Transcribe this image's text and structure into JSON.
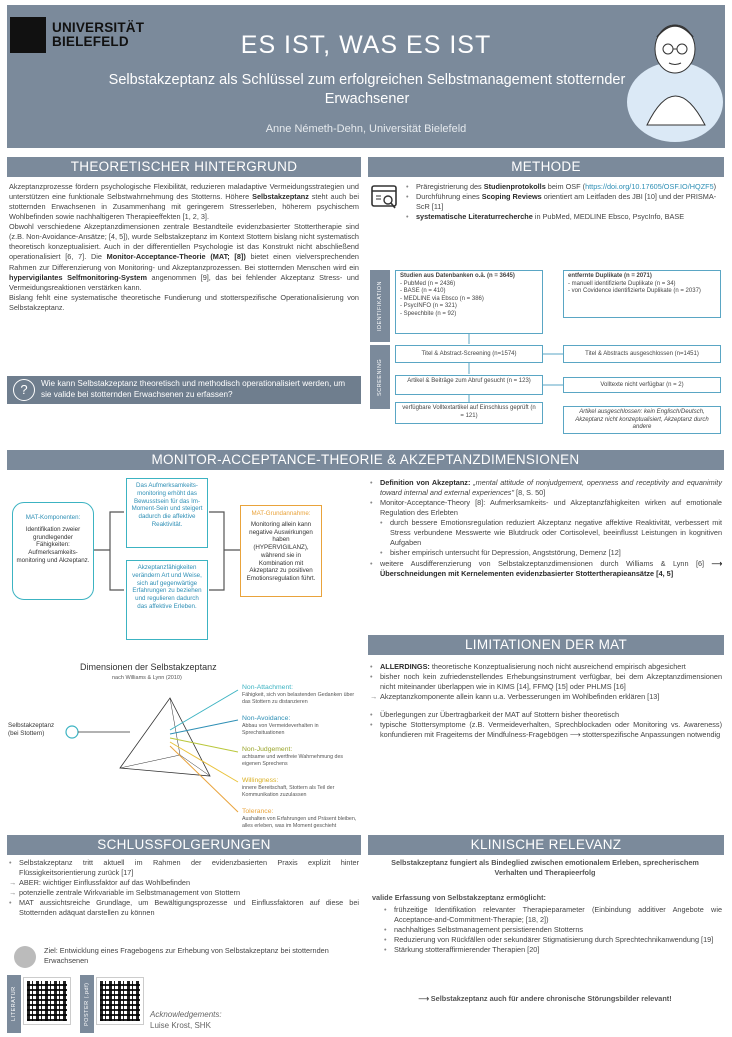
{
  "header": {
    "logo_line1": "UNIVERSITÄT",
    "logo_line2": "BIELEFELD",
    "title": "ES IST, WAS ES IST",
    "subtitle": "Selbstakzeptanz als Schlüssel zum erfolgreichen Selbstmanagement stotternder Erwachsener",
    "author": "Anne Németh-Dehn, Universität Bielefeld"
  },
  "hintergrund": {
    "heading": "THEORETISCHER HINTERGRUND",
    "p1a": "Akzeptanzprozesse fördern psychologische Flexibilität, reduzieren maladaptive Vermeidungsstrategien und unterstützen eine funktionale Selbstwahrnehmung des Stotterns. Höhere ",
    "p1b": "Selbstakzeptanz",
    "p1c": " steht auch bei stotternden Erwachsenen in Zusammenhang mit geringerem Stresserleben, höherem psychischem Wohlbefinden sowie nachhaltigeren Therapieeffekten [1, 2, 3].",
    "p2": "Obwohl verschiedene Akzeptanzdimensionen zentrale Bestandteile evidenzbasierter Stottertherapie sind (z.B. Non-Avoidance-Ansätze; [4, 5]), wurde Selbstakzeptanz im Kontext Stottern bislang nicht systematisch theoretisch konzeptualisiert. Auch in der differentiellen Psychologie ist das Konstrukt nicht abschließend operationalisiert [6, 7]. Die ",
    "p2b": "Monitor-Acceptance-Theorie (MAT; [8])",
    "p2c": " bietet einen vielversprechenden Rahmen zur Differenzierung von Monitoring- und Akzeptanzprozessen. Bei stotternden Menschen wird ein ",
    "p2d": "hypervigilantes Selfmonitoring-System",
    "p2e": " angenommen [9], das bei fehlender Akzeptanz Stress- und Vermeidungsreaktionen verstärken kann.",
    "p3": "Bislang fehlt eine systematische theoretische Fundierung und stotterspezifische Operationalisierung von Selbstakzeptanz.",
    "question": "Wie kann Selbstakzeptanz theoretisch und methodisch operationalisiert werden, um sie valide bei stotternden Erwachsenen zu erfassen?"
  },
  "methode": {
    "heading": "METHODE",
    "b1a": "Präregistrierung des ",
    "b1b": "Studienprotokolls",
    "b1c": " beim OSF (",
    "b1d": "https://doi.org/10.17605/OSF.IO/HQZF5",
    "b1e": ")",
    "b2a": "Durchführung eines ",
    "b2b": "Scoping Reviews",
    "b2c": " orientiert am Leitfaden des JBI [10] und der PRISMA-ScR [11]",
    "b3a": "systematische Literaturrecherche",
    "b3b": " in PubMed, MEDLINE Ebsco, PsycInfo, BASE",
    "side1": "IDENTIFIKATION",
    "side2": "SCREENING",
    "f1_title": "Studien aus Datenbanken o.ä. (n = 3645)",
    "f1_lines": [
      "- PubMed (n = 2436)",
      "- BASE (n = 410)",
      "- MEDLINE via Ebsco (n = 386)",
      "- PsycINFO (n = 321)",
      "- Speechbite (n = 92)"
    ],
    "f2_title": "entfernte Duplikate (n = 2071)",
    "f2_lines": [
      "- manuell identifizierte Duplikate (n = 34)",
      "- von Covidence identifizierte Duplikate (n = 2037)"
    ],
    "f3": "Titel & Abstract-Screening (n=1574)",
    "f4": "Titel & Abstracts ausgeschlossen (n=1451)",
    "f5": "Artikel & Beiträge zum Abruf gesucht (n = 123)",
    "f6": "Volltexte nicht verfügbar (n = 2)",
    "f7": "verfügbare Volltextartikel auf Einschluss geprüft (n = 121)",
    "f8": "Artikel ausgeschlossen: kein Englisch/Deutsch, Akzeptanz nicht konzeptualisiert, Akzeptanz durch andere"
  },
  "mat": {
    "heading": "MONITOR-ACCEPTANCE-THEORIE & AKZEPTANZDIMENSIONEN",
    "comp_title": "MAT-Komponenten:",
    "comp_text": "Identifikation zweier grundlegender Fähigkeiten: Aufmerksamkeits-monitoring und Akzeptanz.",
    "box1": "Das Aufmerksamkeits-monitoring erhöht das Bewusstsein für das Im-Moment-Sein und steigert dadurch die affektive Reaktivität.",
    "box2": "Akzeptanzfähigkeiten verändern Art und Weise, sich auf gegenwärtige Erfahrungen zu beziehen und regulieren dadurch das affektive Erleben.",
    "grund_title": "MAT-Grundannahme:",
    "grund_text": "Monitoring allein kann negative Auswirkungen haben (HYPERVIGILANZ), während sie in Kombination mit Akzeptanz zu positiven Emotionsregulation führt.",
    "dim_title": "Dimensionen der Selbstakzeptanz",
    "dim_sub": "nach Williams & Lynn (2010)",
    "self_label": "Selbstakzeptanz (bei Stottern)",
    "dims": [
      {
        "name": "Non-Attachment:",
        "desc": "Fähigkeit, sich von belastenden Gedanken über das Stottern zu distanzieren",
        "color": "#3cb3c2"
      },
      {
        "name": "Non-Avoidance:",
        "desc": "Abbau von Vermeideverhalten in Sprechsituationen",
        "color": "#2e8fb5"
      },
      {
        "name": "Non-Judgement:",
        "desc": "achtsame und wertfreie Wahrnehmung des eigenen Sprechens",
        "color": "#b9c73a"
      },
      {
        "name": "Willingness:",
        "desc": "innere Bereitschaft, Stottern als Teil der Kommunikation zuzulassen",
        "color": "#e9c23b"
      },
      {
        "name": "Tolerance:",
        "desc": "Aushalten von Erfahrungen und Präsent bleiben, alles erleben, was im Moment geschieht",
        "color": "#e9a33b"
      }
    ],
    "r1a": "Definition von Akzeptanz: ",
    "r1b": "„mental attitude of nonjudgement, openness and receptivity and equanimity toward internal and external experiences\"",
    "r1c": " [8, S. 50]",
    "r2": "Monitor-Acceptance-Theory [8]: Aufmerksamkeits- und Akzeptanzfähigkeiten wirken auf emotionale Regulation des Erlebten",
    "r3": "durch bessere Emotionsregulation reduziert Akzeptanz negative affektive Reaktivität, verbessert mit Stress verbundene Messwerte wie Blutdruck oder Cortisolevel, beeinflusst Leistungen in kognitiven Aufgaben",
    "r4": "bisher empirisch untersucht für Depression, Angststörung, Demenz [12]",
    "r5a": "weitere Ausdifferenzierung von Selbstakzeptanzdimensionen durch Williams & Lynn [6] ",
    "r5b": "⟶ Überschneidungen mit Kernelementen evidenzbasierter Stottertherapieansätze [4, 5]"
  },
  "limit": {
    "heading": "LIMITATIONEN DER MAT",
    "l1a": "ALLERDINGS:",
    "l1b": " theoretische Konzeptualisierung noch nicht ausreichend empirisch abgesichert",
    "l2": "bisher noch kein zufriedenstellendes Erhebungsinstrument verfügbar, bei dem Akzeptanzdimensionen nicht miteinander überlappen wie in KIMS [14], FFMQ [15] oder PHLMS [16]",
    "l3": "Akzeptanzkomponente allein kann u.a. Verbesserungen im Wohlbefinden erklären [13]",
    "l4": "Überlegungen zur Übertragbarkeit der MAT auf Stottern bisher theoretisch",
    "l5a": "typische Stottersymptome (z.B. Vermeideverhalten, Sprechblockaden oder Monitoring vs. Awareness) konfundieren mit Frageitems der Mindfulness-Fragebögen ",
    "l5b": "⟶ stotterspezifische Anpassungen notwendig"
  },
  "schluss": {
    "heading": "SCHLUSSFOLGERUNGEN",
    "s1": "Selbstakzeptanz tritt aktuell im Rahmen der evidenzbasierten Praxis explizit hinter Flüssigkeitsorientierung zurück [17]",
    "s2": "ABER: wichtiger Einflussfaktor auf das Wohlbefinden",
    "s3": "potenzielle zentrale Wirkvariable im Selbstmanagement von Stottern",
    "s4": "MAT aussichtsreiche Grundlage, um Bewältigungsprozesse und Einflussfaktoren auf diese bei Stotternden adäquat darstellen zu können",
    "ziel": "Ziel: Entwicklung eines Fragebogens zur Erhebung von Selbstakzeptanz bei stotternden Erwachsenen",
    "lit": "LITERATUR",
    "poster": "POSTER (.pdf)",
    "ack_title": "Acknowledgements:",
    "ack_name": "Luise Krost, SHK"
  },
  "klinisch": {
    "heading": "KLINISCHE RELEVANZ",
    "k1": "Selbstakzeptanz fungiert als Bindeglied zwischen emotionalem Erleben, sprecherischem Verhalten und Therapieerfolg",
    "k2": "valide Erfassung von Selbstakzeptanz ermöglicht:",
    "k3": "frühzeitige Identifikation relevanter Therapieparameter (Einbindung additiver Angebote wie Acceptance-and-Commitment-Therapie; [18, 2])",
    "k4": "nachhaltiges Selbstmanagement persistierenden Stotterns",
    "k5": "Reduzierung von Rückfällen oder sekundärer Stigmatisierung durch Sprechtechnikanwendung [19]",
    "k6": "Stärkung stotteraffirmierender Therapien [20]",
    "k7": "⟶ Selbstakzeptanz auch für andere chronische Störungsbilder relevant!"
  }
}
